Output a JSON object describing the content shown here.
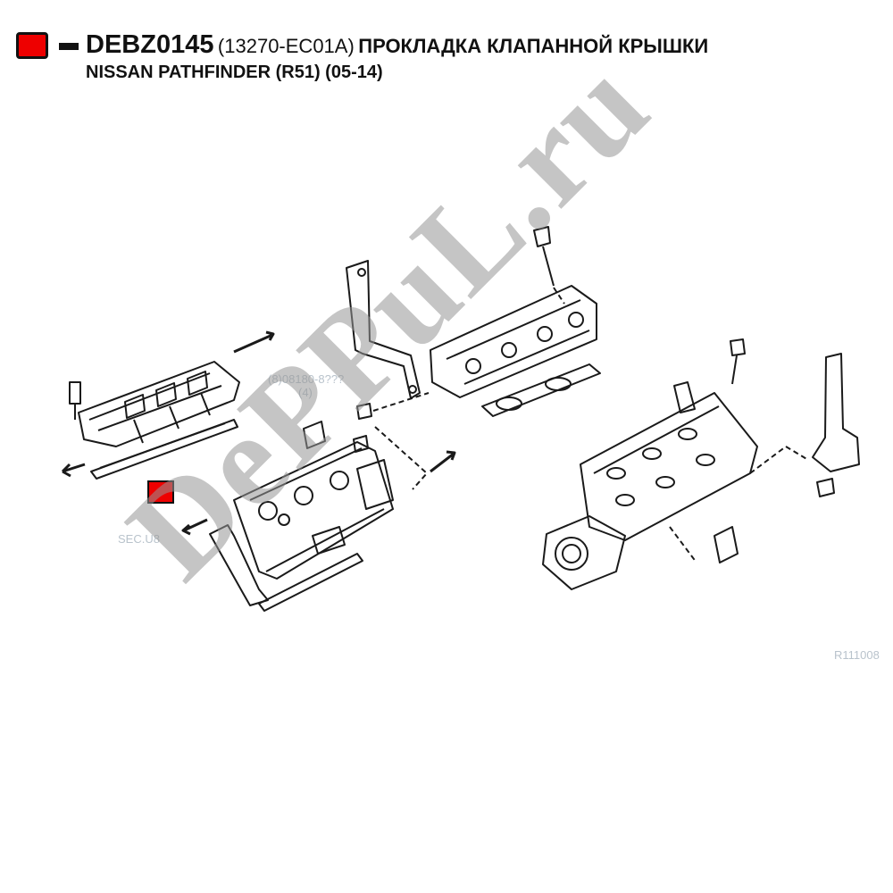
{
  "header": {
    "part_code": "DEBZ0145",
    "oem_number": "(13270-EC01A)",
    "description": "ПРОКЛАДКА КЛАПАННОЙ КРЫШКИ",
    "vehicle": "NISSAN PATHFINDER (R51) (05-14)"
  },
  "watermark": "DePPuL.ru",
  "faint_labels": {
    "sec": "SEC.U8",
    "ref": "(8)08180-8???",
    "count": "(4)",
    "figure_code": "R111008"
  },
  "colors": {
    "marker": "#ee0000",
    "line": "#1a1a1a",
    "watermark": "#969696"
  }
}
